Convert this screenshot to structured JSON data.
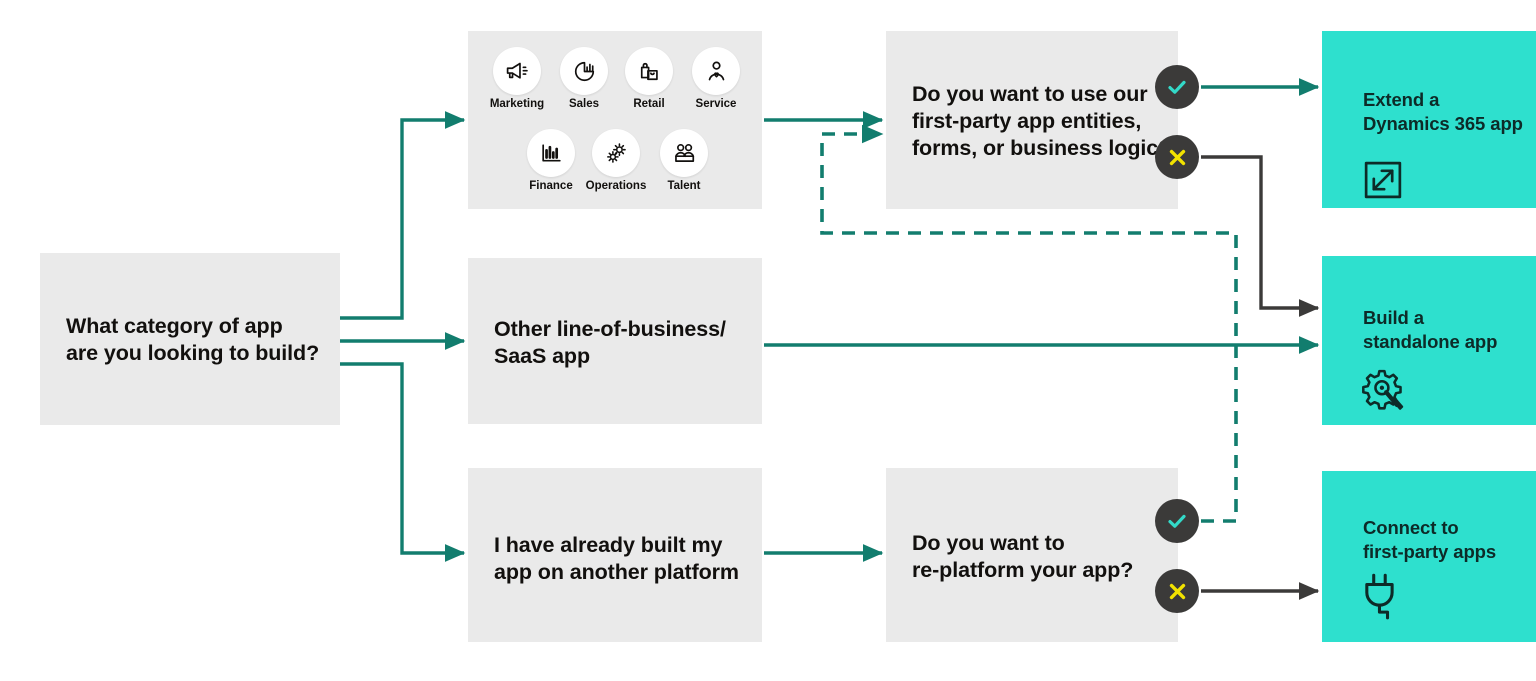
{
  "diagram": {
    "title": "What category of app are you looking to build?",
    "type": "decision-flowchart",
    "colors": {
      "question_box": "#eaeaea",
      "outcome_box": "#2EE0CE",
      "connector_teal": "#127D6E",
      "connector_dark": "#3B3A39",
      "badge_bg": "#3B3A39",
      "badge_yes": "#33D9C8",
      "badge_no": "#F2E200"
    }
  },
  "start": {
    "label": "What category of app\nare you looking to build?",
    "line1": "What category of app",
    "line2": "are you looking to build?"
  },
  "branches": [
    {
      "id": "dynamics-apps",
      "kind": "app-gallery",
      "apps": [
        {
          "label": "Marketing",
          "icon": "megaphone-icon"
        },
        {
          "label": "Sales",
          "icon": "pie-chart-icon"
        },
        {
          "label": "Retail",
          "icon": "shopping-bag-icon"
        },
        {
          "label": "Service",
          "icon": "person-heart-icon"
        },
        {
          "label": "Finance",
          "icon": "bar-chart-icon"
        },
        {
          "label": "Operations",
          "icon": "gears-icon"
        },
        {
          "label": "Talent",
          "icon": "people-icon"
        }
      ]
    },
    {
      "id": "other-lob",
      "kind": "statement",
      "line1": "Other line-of-business/",
      "line2": "SaaS app"
    },
    {
      "id": "already-built",
      "kind": "statement",
      "line1": "I have already built my",
      "line2": "app on another platform"
    }
  ],
  "questions": [
    {
      "id": "first-party-entities",
      "line1": "Do you want to use our",
      "line2": "first-party app entities,",
      "line3": "forms, or business logic?",
      "yes_label": "Yes",
      "no_label": "No"
    },
    {
      "id": "re-platform",
      "line1": "Do you want to",
      "line2": "re-platform your app?",
      "yes_label": "Yes",
      "no_label": "No"
    }
  ],
  "outcomes": [
    {
      "id": "extend-d365",
      "line1": "Extend a",
      "line2": "Dynamics 365 app",
      "icon": "expand-arrow-icon"
    },
    {
      "id": "build-standalone",
      "line1": "Build a",
      "line2": "standalone app",
      "icon": "gear-wrench-icon"
    },
    {
      "id": "connect-first-party",
      "line1": "Connect to",
      "line2": "first-party apps",
      "icon": "plug-icon"
    }
  ],
  "connectors": [
    {
      "id": "start-to-dynamics",
      "style": "solid",
      "color": "teal"
    },
    {
      "id": "start-to-other-lob",
      "style": "solid",
      "color": "teal"
    },
    {
      "id": "start-to-already-built",
      "style": "solid",
      "color": "teal"
    },
    {
      "id": "dynamics-to-question1",
      "style": "solid",
      "color": "teal"
    },
    {
      "id": "other-lob-to-standalone",
      "style": "solid",
      "color": "teal"
    },
    {
      "id": "already-built-to-question2",
      "style": "solid",
      "color": "teal"
    },
    {
      "id": "q1-yes-to-extend",
      "style": "solid",
      "color": "teal"
    },
    {
      "id": "q1-no-to-standalone",
      "style": "solid",
      "color": "dark"
    },
    {
      "id": "q2-yes-to-question1",
      "style": "dashed",
      "color": "teal"
    },
    {
      "id": "q2-no-to-connect",
      "style": "solid",
      "color": "dark"
    }
  ]
}
